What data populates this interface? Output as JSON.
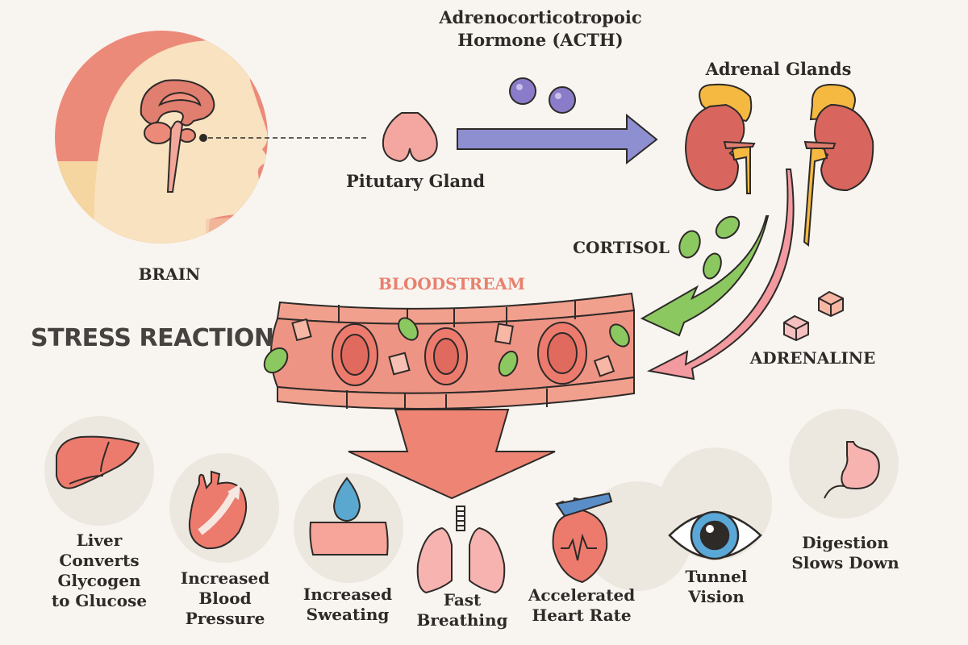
{
  "diagram": {
    "title": "STRESS REACTION",
    "brain": {
      "label": "BRAIN"
    },
    "pituitary": {
      "label": "Pitutary Gland"
    },
    "hormone": {
      "line1": "Adrenocorticotropoic",
      "line2": "Hormone (ACTH)"
    },
    "adrenal": {
      "label": "Adrenal Glands"
    },
    "cortisol": {
      "label": "CORTISOL"
    },
    "adrenaline": {
      "label": "ADRENALINE"
    },
    "bloodstream": {
      "label": "BLOODSTREAM"
    },
    "effects": [
      {
        "id": "liver",
        "icon": "liver-icon",
        "label": "Liver\nConverts\nGlycogen\nto Glucose"
      },
      {
        "id": "blood-pressure",
        "icon": "heart-arrow-icon",
        "label": "Increased\nBlood\nPressure"
      },
      {
        "id": "sweating",
        "icon": "sweat-drop-icon",
        "label": "Increased\nSweating"
      },
      {
        "id": "breathing",
        "icon": "lungs-icon",
        "label": "Fast\nBreathing"
      },
      {
        "id": "heart-rate",
        "icon": "heart-icon",
        "label": "Accelerated\nHeart Rate"
      },
      {
        "id": "vision",
        "icon": "eye-icon",
        "label": "Tunnel\nVision"
      },
      {
        "id": "digestion",
        "icon": "stomach-icon",
        "label": "Digestion\nSlows Down"
      }
    ],
    "colors": {
      "background": "#f8f5f0",
      "salmon": "#ec8a7a",
      "skin": "#f8e2c0",
      "acth_arrow": "#8e8fd0",
      "cortisol_green": "#8cc860",
      "adrenaline_pink": "#f29aa0",
      "kidney": "#d8665e",
      "adrenal_yellow": "#f5b942",
      "bloodstream_label": "#e8806e"
    }
  }
}
